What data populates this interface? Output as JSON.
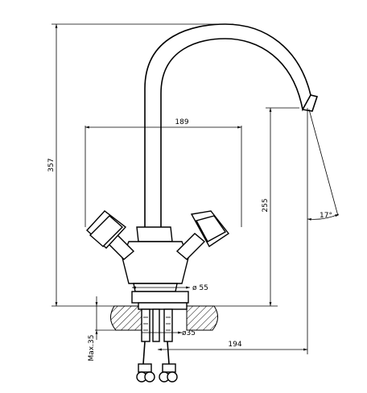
{
  "dimensions": {
    "overall_height": "357",
    "handle_span": "189",
    "spout_height": "255",
    "spout_angle": "17°",
    "base_diameter": "ø 55",
    "shank_diameter": "ø35",
    "max_thickness": "Max.35",
    "spout_reach": "194"
  }
}
